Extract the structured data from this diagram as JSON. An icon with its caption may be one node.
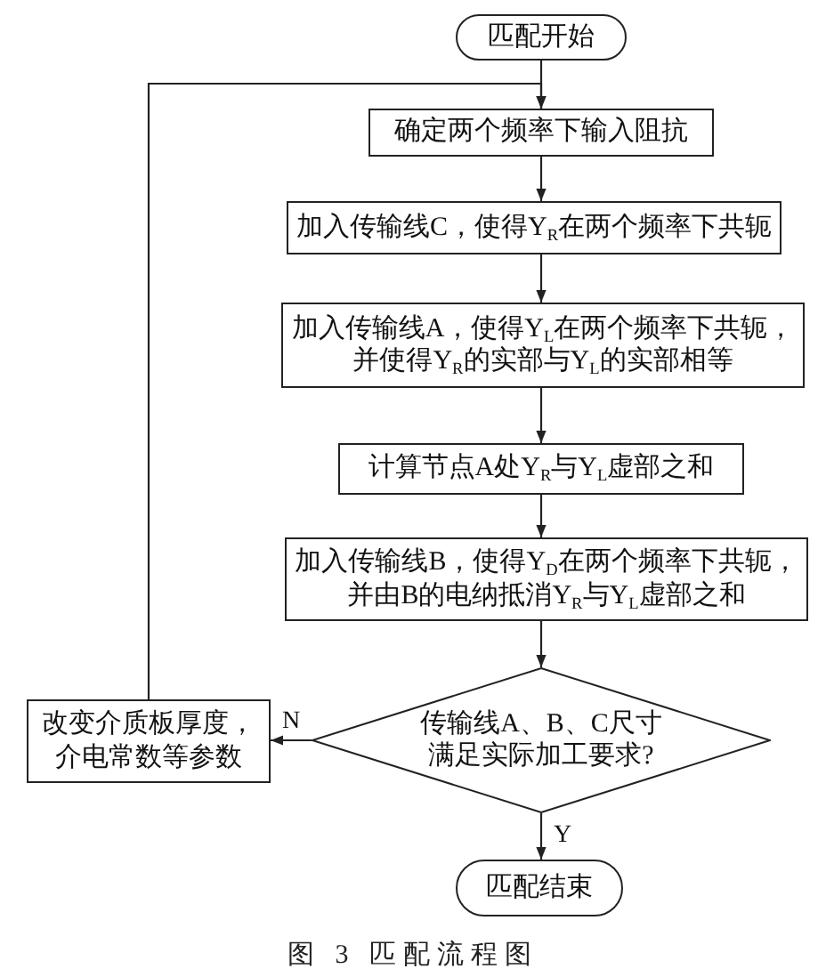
{
  "diagram": {
    "caption": "图 3 匹配流程图",
    "nodes": [
      {
        "text": [
          "匹配开始"
        ]
      },
      {
        "text": [
          "确定两个频率下输入阻抗"
        ]
      },
      {
        "text": [
          "加入传输线C，使得Y$_{R}$在两个频率下共轭"
        ]
      },
      {
        "text": [
          "加入传输线A，使得Y$_{L}$在两个频率下共轭，并使得Y$_{R}$的实部与Y$_{L}$的实部相等"
        ]
      },
      {
        "text": [
          "计算节点A处Y$_{R}$与Y$_{L}$虚部之和"
        ]
      },
      {
        "text": [
          "加入传输线B，使得Y$_{D}$在两个频率下共轭，并由B的电纳抵消Y$_{R}$与Y$_{L}$虚部之和"
        ]
      },
      {
        "text": [
          "传输线A、B、C尺寸满足实际加工要求?"
        ]
      },
      {
        "text": [
          "匹配结束"
        ]
      },
      {
        "text": [
          "改变介质板厚度，介电常数等参数"
        ]
      }
    ],
    "edges": [
      {
        "from": 0,
        "to": 1,
        "arrow": "to"
      },
      {
        "from": 1,
        "to": 2,
        "arrow": "to"
      },
      {
        "from": 2,
        "to": 3,
        "arrow": "to"
      },
      {
        "from": 3,
        "to": 4,
        "arrow": "to"
      },
      {
        "from": 4,
        "to": 5,
        "arrow": "to"
      },
      {
        "from": 5,
        "to": 6,
        "arrow": "to"
      },
      {
        "from": 6,
        "to": 7,
        "arrow": "to",
        "label": "Y"
      },
      {
        "from": 6,
        "to": 8,
        "arrow": "to",
        "label": "N"
      },
      {
        "from": 8,
        "to": 1,
        "arrow": "to"
      }
    ]
  }
}
